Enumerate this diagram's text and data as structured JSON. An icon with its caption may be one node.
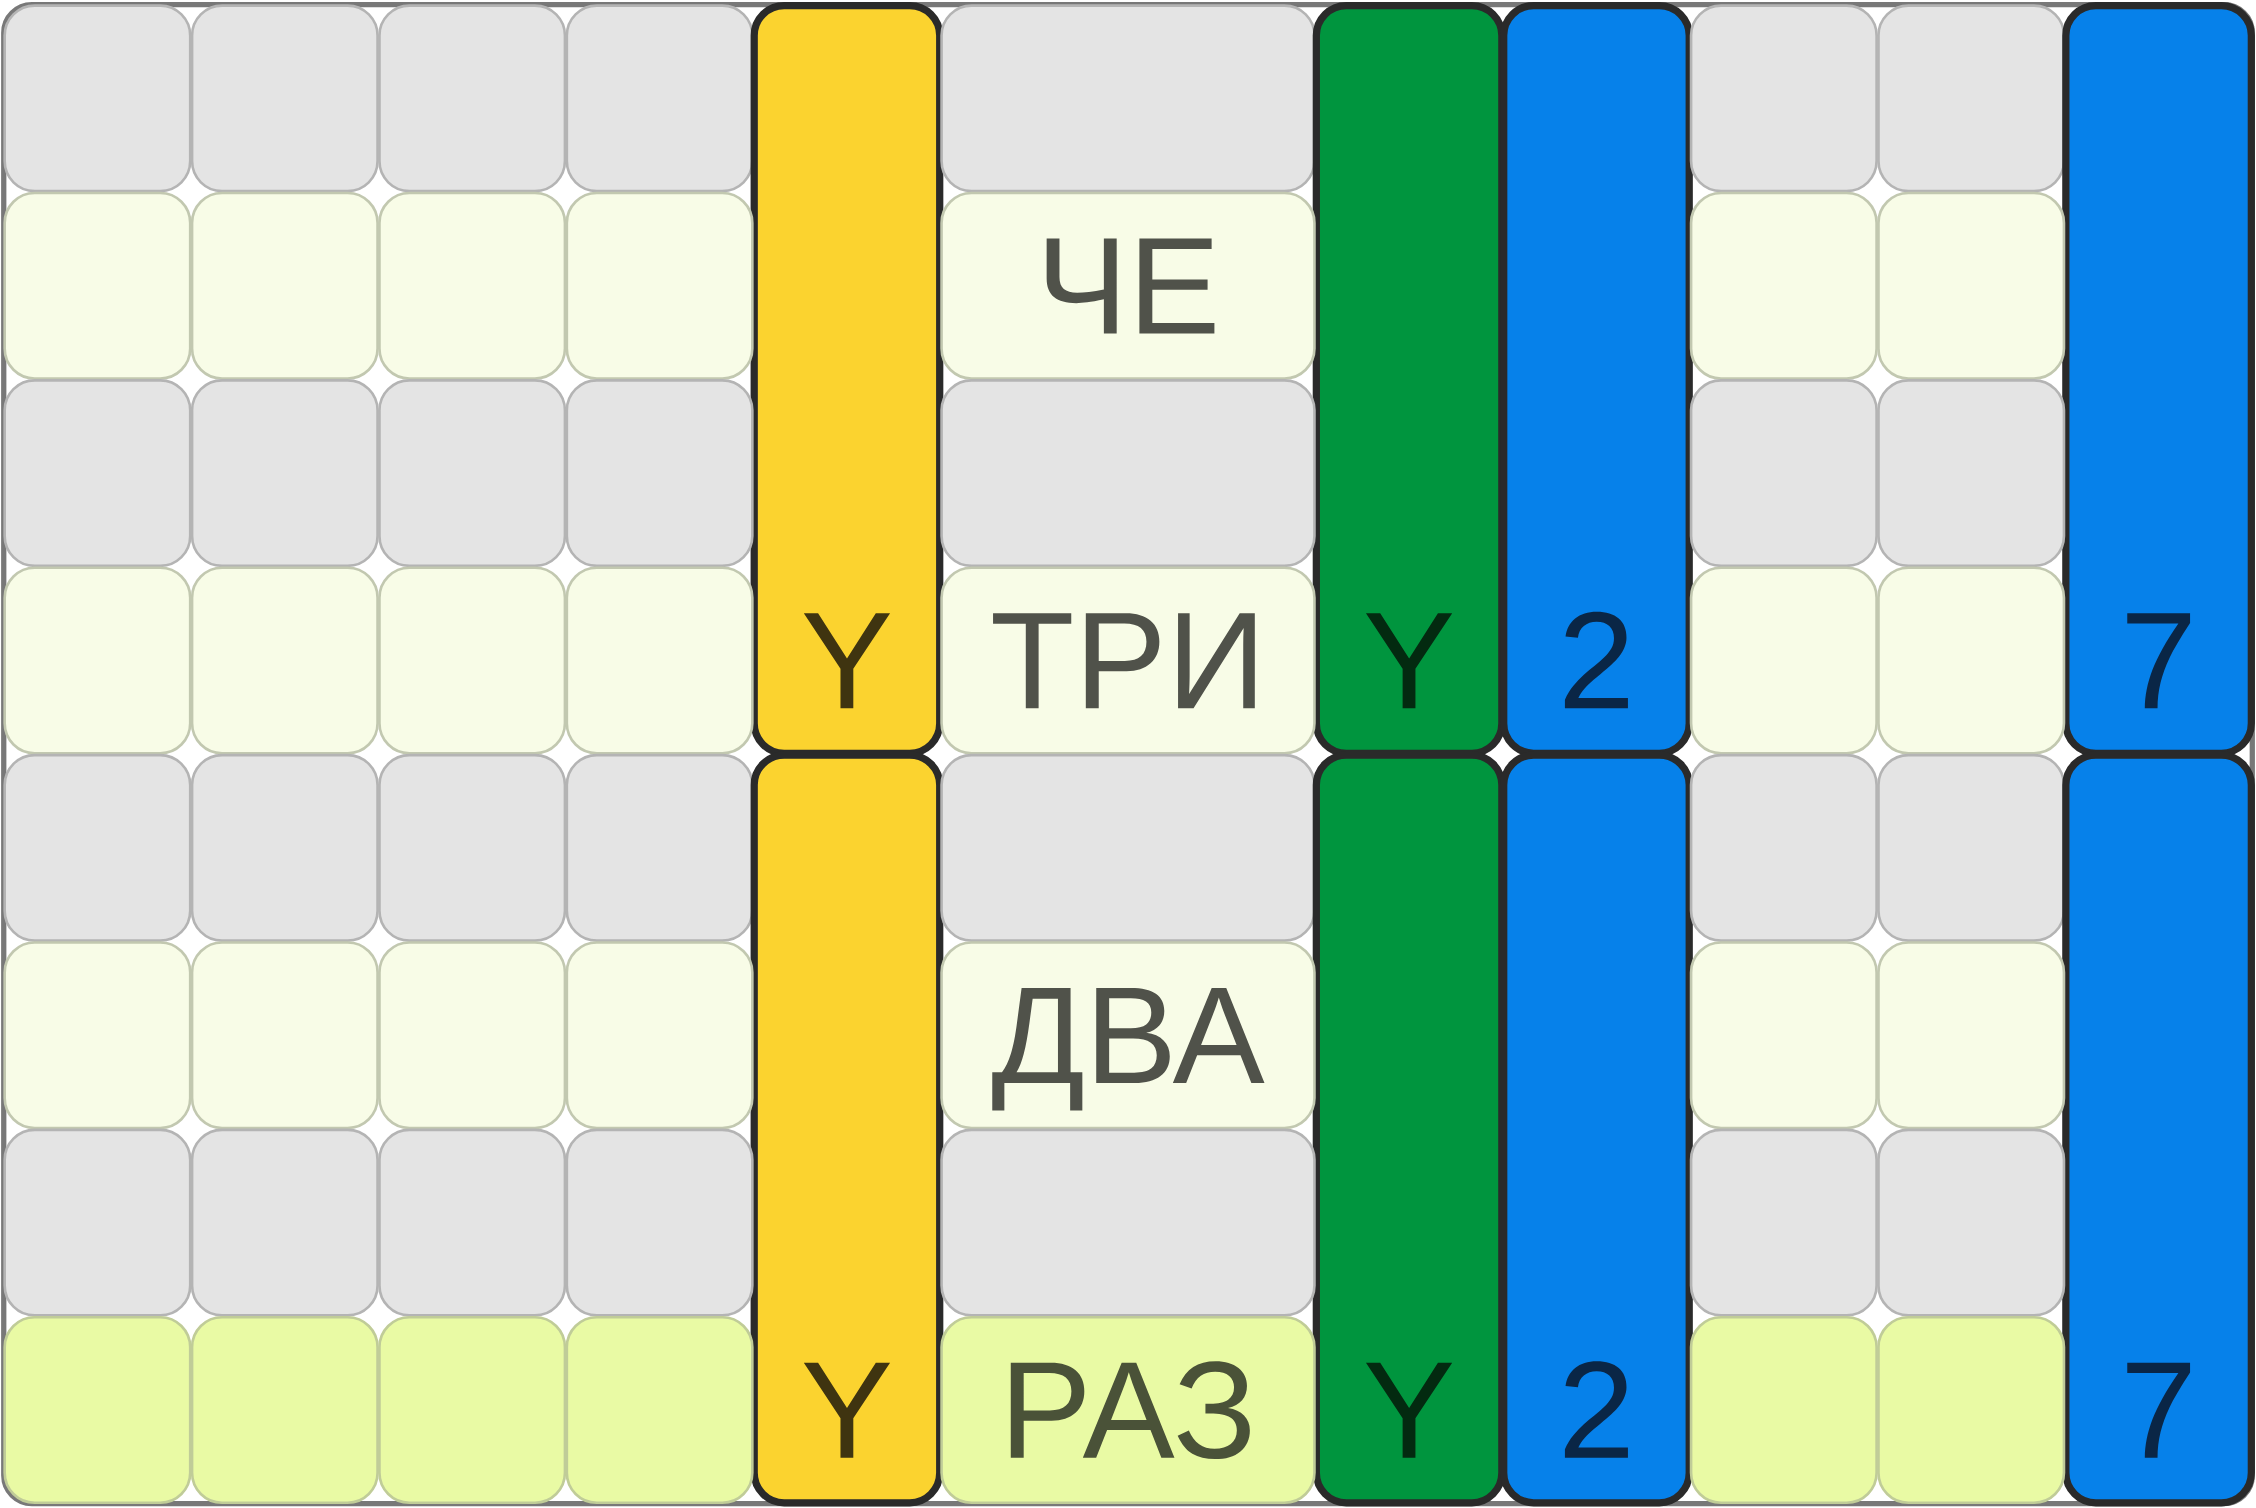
{
  "diagram": {
    "nodes": [
      {
        "text": [],
        "shape": "box"
      },
      {
        "text": [],
        "shape": "box"
      },
      {
        "text": [],
        "shape": "box"
      },
      {
        "text": [],
        "shape": "box"
      },
      {
        "text": [
          "Y"
        ]
      },
      {
        "text": [],
        "shape": "box"
      },
      {
        "text": [
          "Y"
        ]
      },
      {
        "text": [
          "2"
        ]
      },
      {
        "text": [],
        "shape": "box"
      },
      {
        "text": [],
        "shape": "box"
      },
      {
        "text": [
          "7"
        ]
      },
      {
        "text": [],
        "shape": "box"
      },
      {
        "text": [],
        "shape": "box"
      },
      {
        "text": [],
        "shape": "box"
      },
      {
        "text": [],
        "shape": "box"
      },
      {
        "text": [
          "ЧЕ"
        ]
      },
      {
        "text": [],
        "shape": "box"
      },
      {
        "text": [],
        "shape": "box"
      },
      {
        "text": [],
        "shape": "box"
      },
      {
        "text": [],
        "shape": "box"
      },
      {
        "text": [],
        "shape": "box"
      },
      {
        "text": [],
        "shape": "box"
      },
      {
        "text": [],
        "shape": "box"
      },
      {
        "text": [],
        "shape": "box"
      },
      {
        "text": [],
        "shape": "box"
      },
      {
        "text": [],
        "shape": "box"
      },
      {
        "text": [],
        "shape": "box"
      },
      {
        "text": [],
        "shape": "box"
      },
      {
        "text": [],
        "shape": "box"
      },
      {
        "text": [
          "ТРИ"
        ]
      },
      {
        "text": [],
        "shape": "box"
      },
      {
        "text": [],
        "shape": "box"
      },
      {
        "text": [],
        "shape": "box"
      },
      {
        "text": [],
        "shape": "box"
      },
      {
        "text": [],
        "shape": "box"
      },
      {
        "text": [],
        "shape": "box"
      },
      {
        "text": [
          "Y"
        ]
      },
      {
        "text": [],
        "shape": "box"
      },
      {
        "text": [
          "Y"
        ]
      },
      {
        "text": [
          "2"
        ]
      },
      {
        "text": [],
        "shape": "box"
      },
      {
        "text": [],
        "shape": "box"
      },
      {
        "text": [
          "7"
        ]
      },
      {
        "text": [],
        "shape": "box"
      },
      {
        "text": [],
        "shape": "box"
      },
      {
        "text": [],
        "shape": "box"
      },
      {
        "text": [],
        "shape": "box"
      },
      {
        "text": [
          "ДВА"
        ]
      },
      {
        "text": [],
        "shape": "box"
      },
      {
        "text": [],
        "shape": "box"
      },
      {
        "text": [],
        "shape": "box"
      },
      {
        "text": [],
        "shape": "box"
      },
      {
        "text": [],
        "shape": "box"
      },
      {
        "text": [],
        "shape": "box"
      },
      {
        "text": [],
        "shape": "box"
      },
      {
        "text": [],
        "shape": "box"
      },
      {
        "text": [],
        "shape": "box"
      },
      {
        "text": [],
        "shape": "box"
      },
      {
        "text": [],
        "shape": "box"
      },
      {
        "text": [],
        "shape": "box"
      },
      {
        "text": [],
        "shape": "box"
      },
      {
        "text": [
          "РАЗ"
        ]
      },
      {
        "text": [],
        "shape": "box"
      },
      {
        "text": [],
        "shape": "box"
      }
    ]
  }
}
